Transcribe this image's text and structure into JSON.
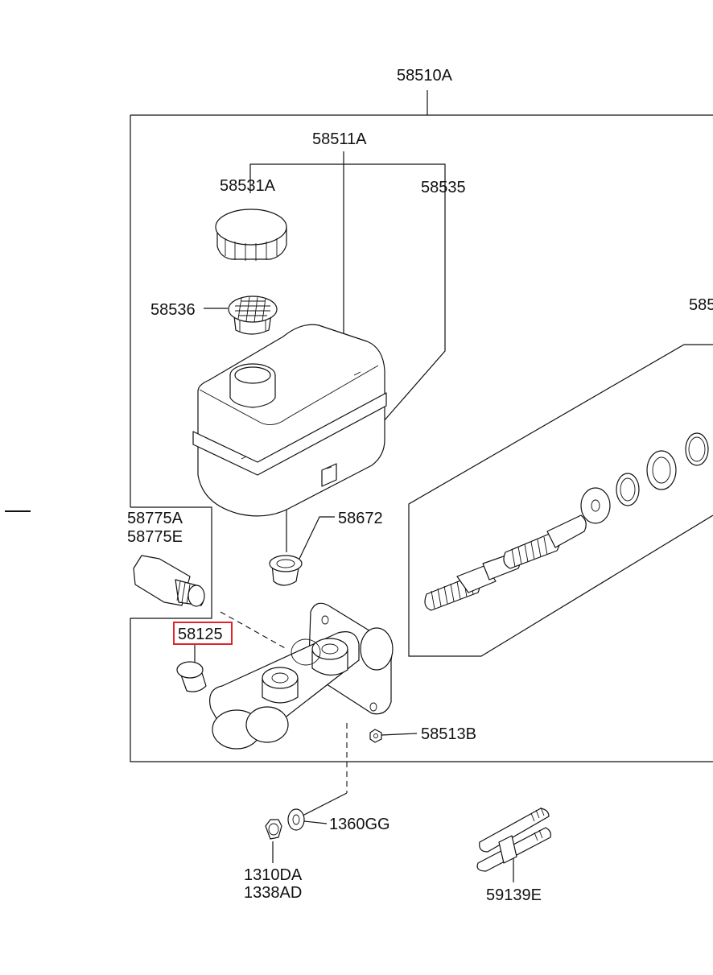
{
  "labels": {
    "assembly": "58510A",
    "reservoir": "58511A",
    "cap": "58531A",
    "reservoir_pin": "58535",
    "strainer": "58536",
    "piston_kit_partial": "585",
    "grommet": "58672",
    "fitting_a": "58775A",
    "fitting_e": "58775E",
    "highlighted_part": "58125",
    "bleeder": "58513B",
    "washer": "1360GG",
    "nut_1": "1310DA",
    "nut_2": "1338AD",
    "pipe": "59139E"
  },
  "colors": {
    "line": "#111111",
    "highlight_box": "#e0242b",
    "background": "#ffffff"
  }
}
